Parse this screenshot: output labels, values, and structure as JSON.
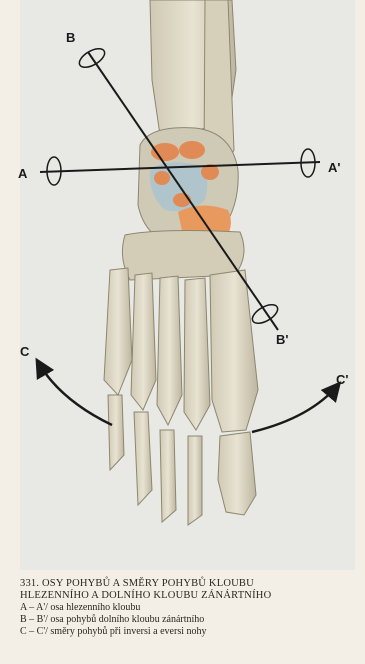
{
  "labels": {
    "a": "A",
    "a_prime": "A'",
    "b": "B",
    "b_prime": "B'",
    "c": "C",
    "c_prime": "C'"
  },
  "caption": {
    "title_line1": "331. OSY POHYBŮ A SMĚRY POHYBŮ KLOUBU",
    "title_line2": "HLEZENNÍHO A DOLNÍHO KLOUBU ZÁNÁRTNÍHO",
    "lines": [
      "A – A'/ osa hlezenního kloubu",
      "B – B'/ osa pohybů dolního kloubu zánártního",
      "C – C'/ směry pohybů při inversi a eversi nohy"
    ]
  }
}
